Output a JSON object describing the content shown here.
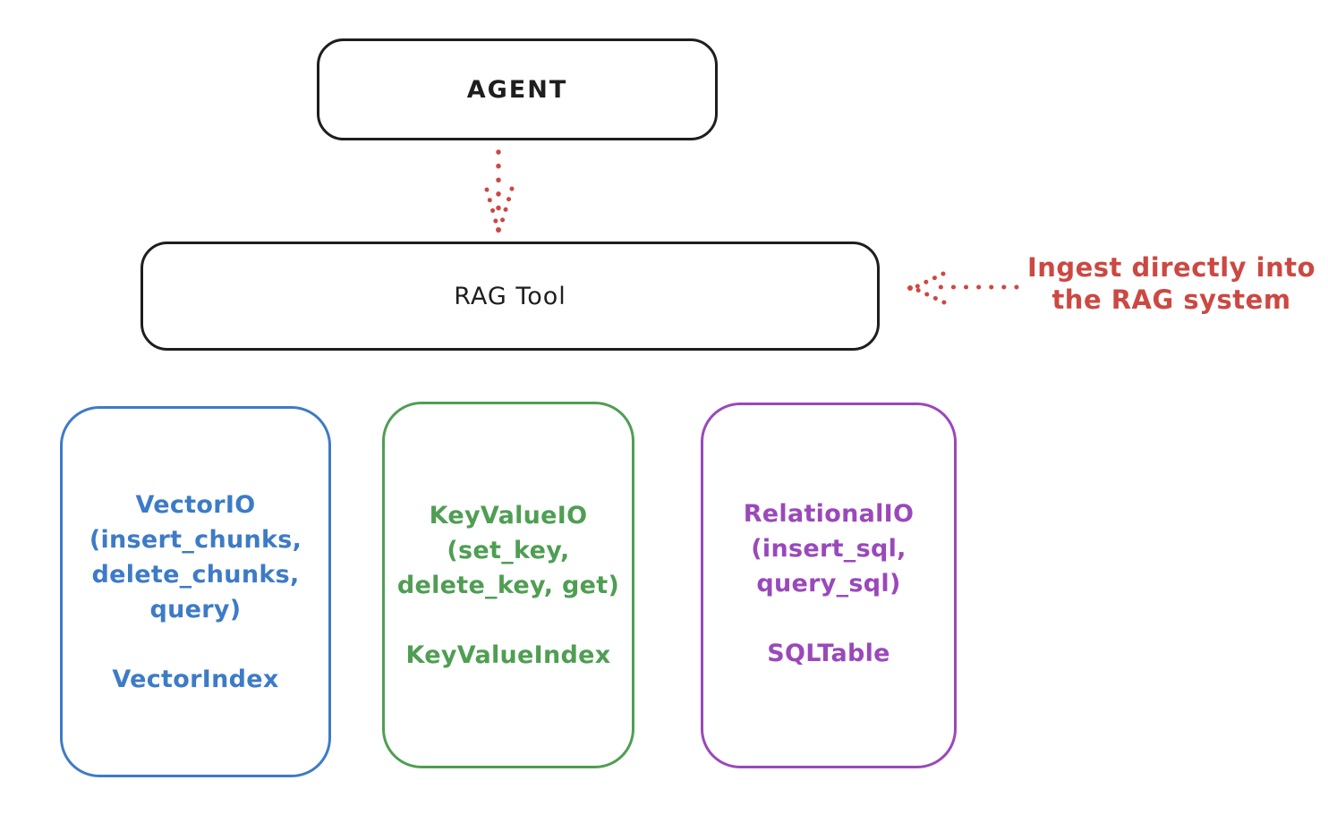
{
  "palette": {
    "background": "#ffffff",
    "ink": "#1e1e1e",
    "red": "#cc4842",
    "blue": "#3d7bc6",
    "green": "#4f9e53",
    "purple": "#9a48bb"
  },
  "agent_box": {
    "label": "AGENT"
  },
  "rag_tool_box": {
    "label": "RAG Tool"
  },
  "annotation": {
    "line1": "Ingest directly into",
    "line2": "the RAG system",
    "color": "#cc4842"
  },
  "arrows": [
    {
      "name": "agent-to-ragtool",
      "style": "dotted",
      "color": "#cc4842",
      "direction": "down"
    },
    {
      "name": "annotation-to-ragtool",
      "style": "dotted",
      "color": "#cc4842",
      "direction": "left"
    }
  ],
  "io_boxes": [
    {
      "name": "vector-io",
      "color": "#3d7bc6",
      "lines": [
        "VectorIO",
        "(insert_chunks,",
        "delete_chunks,",
        "query)",
        "",
        "VectorIndex"
      ]
    },
    {
      "name": "keyvalue-io",
      "color": "#4f9e53",
      "lines": [
        "KeyValueIO",
        "(set_key,",
        "delete_key, get)",
        "",
        "KeyValueIndex"
      ]
    },
    {
      "name": "relational-io",
      "color": "#9a48bb",
      "lines": [
        "RelationalIO",
        "(insert_sql,",
        "query_sql)",
        "",
        "SQLTable"
      ]
    }
  ]
}
